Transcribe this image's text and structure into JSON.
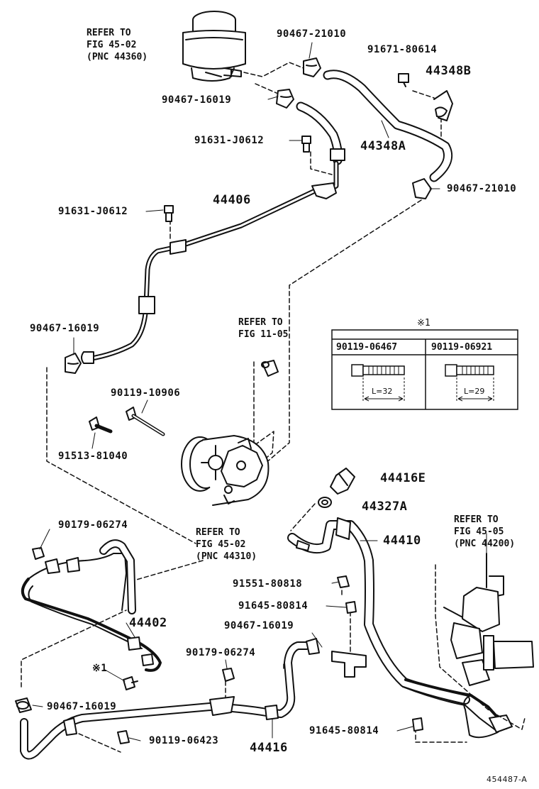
{
  "figure_id": "454487-A",
  "part_labels": [
    {
      "id": "p1",
      "text": "90467-21010"
    },
    {
      "id": "p2",
      "text": "91671-80614"
    },
    {
      "id": "p3",
      "text": "44348B"
    },
    {
      "id": "p4",
      "text": "90467-16019"
    },
    {
      "id": "p5",
      "text": "44348A"
    },
    {
      "id": "p6",
      "text": "91631-J0612"
    },
    {
      "id": "p7",
      "text": "90467-21010"
    },
    {
      "id": "p8",
      "text": "91631-J0612"
    },
    {
      "id": "p9",
      "text": "44406"
    },
    {
      "id": "p10",
      "text": "90467-16019"
    },
    {
      "id": "p11",
      "text": "90119-10906"
    },
    {
      "id": "p12",
      "text": "91513-81040"
    },
    {
      "id": "p13",
      "text": "44416E"
    },
    {
      "id": "p14",
      "text": "44327A"
    },
    {
      "id": "p15",
      "text": "44410"
    },
    {
      "id": "p16",
      "text": "90179-06274"
    },
    {
      "id": "p17",
      "text": "91551-80818"
    },
    {
      "id": "p18",
      "text": "91645-80814"
    },
    {
      "id": "p19",
      "text": "90467-16019"
    },
    {
      "id": "p20",
      "text": "44402"
    },
    {
      "id": "p21",
      "text": "90179-06274"
    },
    {
      "id": "p22",
      "text": "※1"
    },
    {
      "id": "p23",
      "text": "90467-16019"
    },
    {
      "id": "p24",
      "text": "90119-06423"
    },
    {
      "id": "p25",
      "text": "44416"
    },
    {
      "id": "p26",
      "text": "91645-80814"
    }
  ],
  "refer_notes": [
    {
      "id": "r1",
      "lines": [
        "REFER TO",
        "FIG 45-02",
        "(PNC 44360)"
      ]
    },
    {
      "id": "r2",
      "lines": [
        "REFER TO",
        "FIG 11-05"
      ]
    },
    {
      "id": "r3",
      "lines": [
        "REFER TO",
        "FIG 45-02",
        "(PNC 44310)"
      ]
    },
    {
      "id": "r4",
      "lines": [
        "REFER TO",
        "FIG 45-05",
        "(PNC 44200)"
      ]
    }
  ],
  "bolt_table": {
    "marker": "※1",
    "columns": [
      {
        "part": "90119-06467",
        "length": "L=32"
      },
      {
        "part": "90119-06921",
        "length": "L=29"
      }
    ]
  }
}
